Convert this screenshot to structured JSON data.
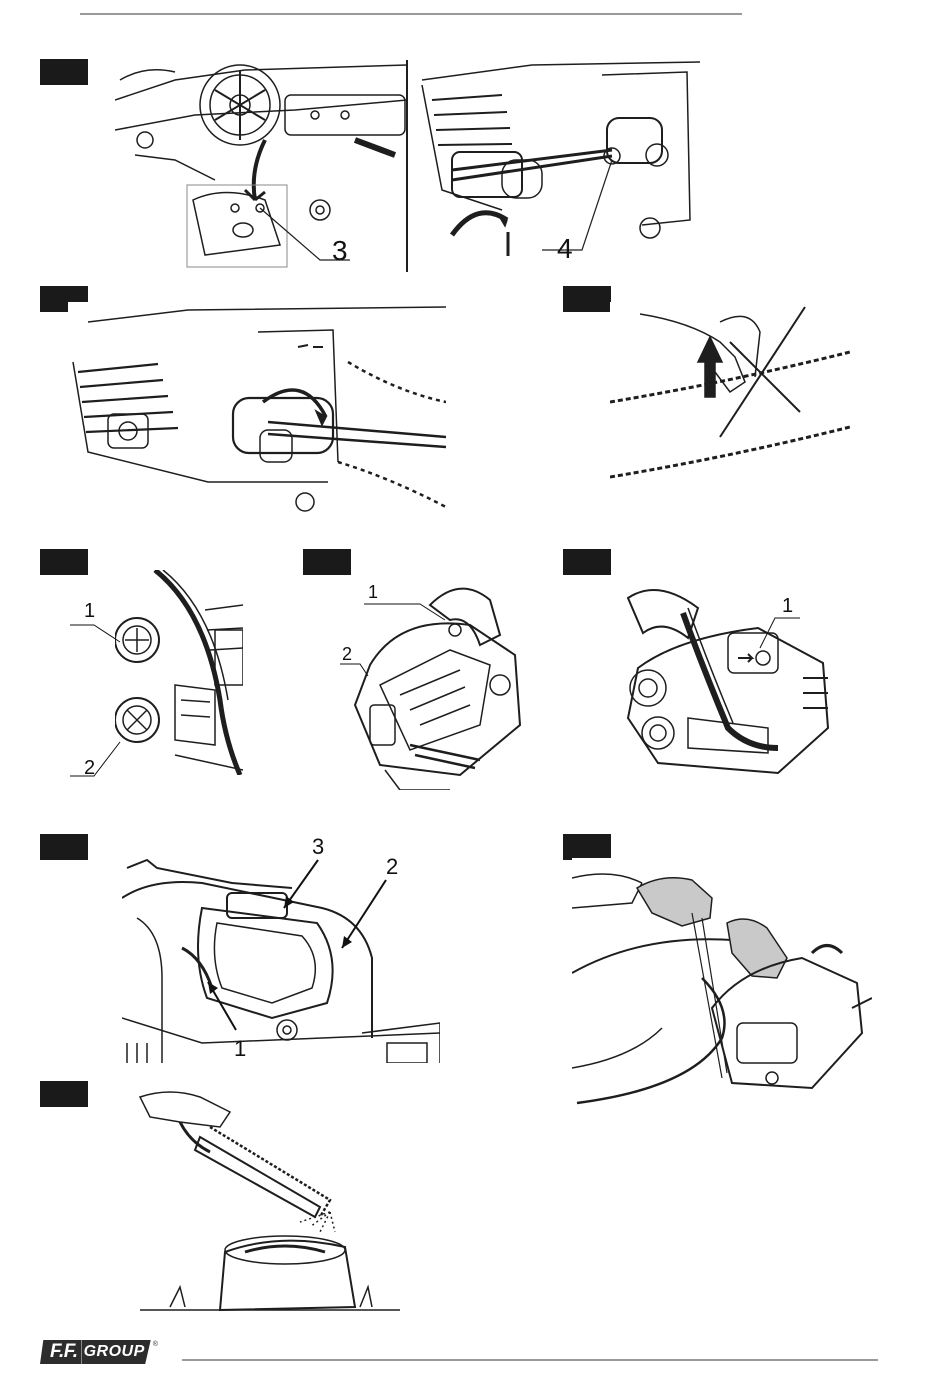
{
  "footer": {
    "brand_ff": "F.F.",
    "brand_group": "GROUP",
    "brand_mark": "®"
  },
  "figures": {
    "chain_drive_cover": {
      "callout": "3"
    },
    "chain_tensioner": {
      "callout": "4"
    },
    "oil_fuel_caps": {
      "callout_1": "1",
      "callout_2": "2"
    },
    "top_handle_view": {
      "callout_1": "1",
      "callout_2": "2"
    },
    "side_handle_view": {
      "callout_1": "1"
    },
    "handle_controls": {
      "callout_1": "1",
      "callout_2": "2",
      "callout_3": "3"
    }
  },
  "colors": {
    "tag": "#1a1a1a",
    "rule": "#9a9a9a",
    "line_art": "#1e1e1e",
    "glove": "#c9c9c9"
  }
}
